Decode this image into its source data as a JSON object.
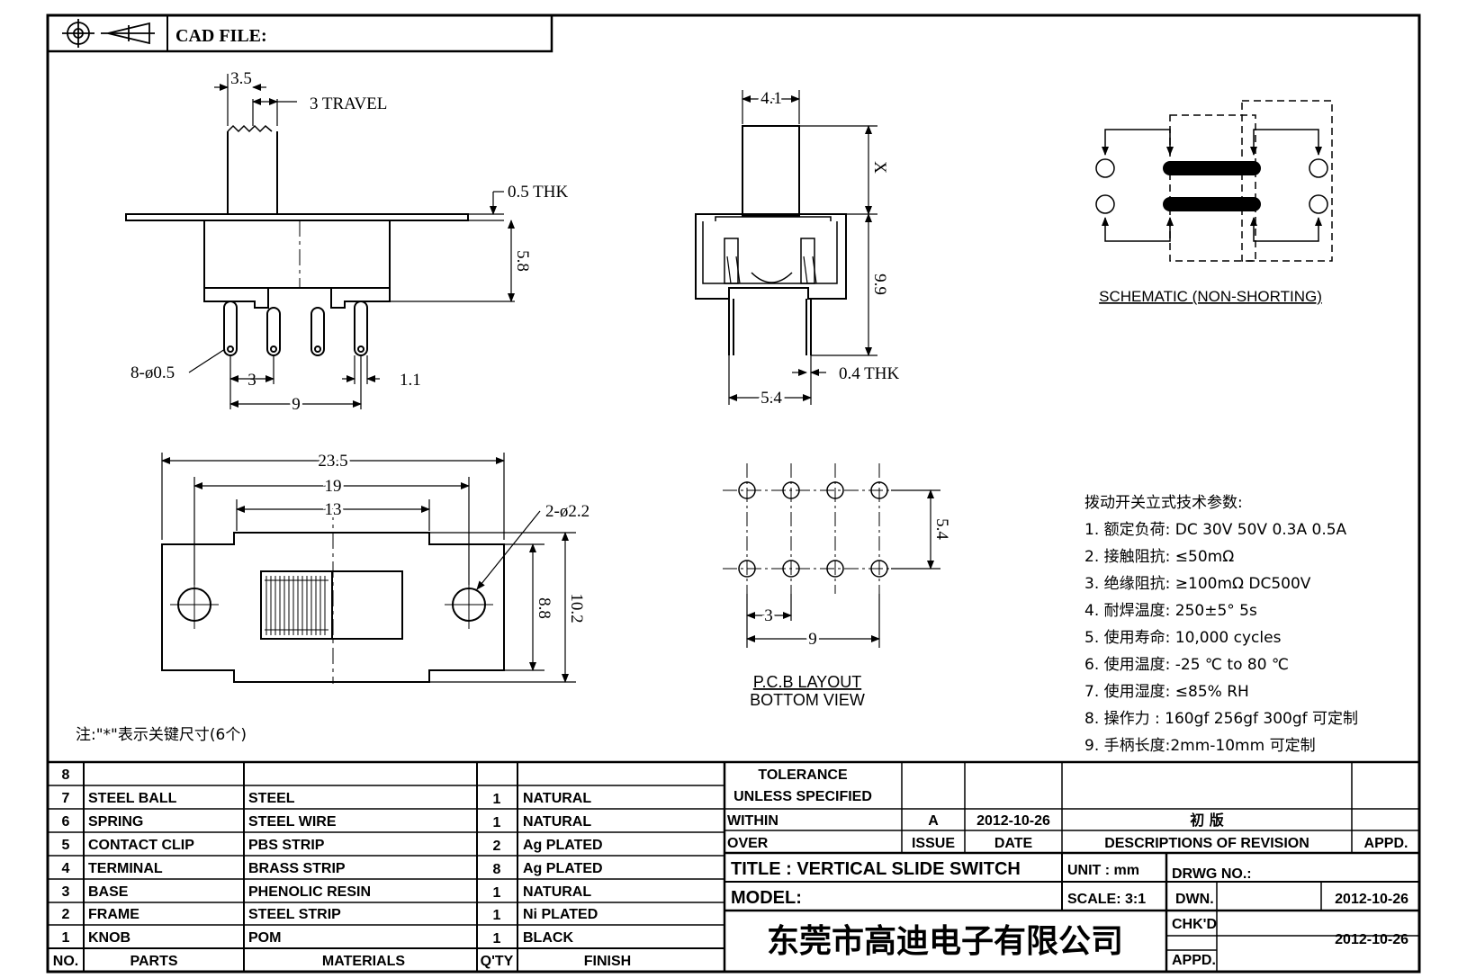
{
  "header": {
    "cad_file_label": "CAD FILE:",
    "projection_icon": "third-angle-projection-icon"
  },
  "side_view": {
    "dim_3_5": "3.5",
    "dim_travel": "3 TRAVEL",
    "dim_0_5_thk": "0.5 THK",
    "dim_5_8": "5.8",
    "dim_holes": "8-ø0.5",
    "dim_3": "3",
    "dim_9": "9",
    "dim_1_1": "1.1"
  },
  "end_view": {
    "dim_4_1": "4.1",
    "dim_x": "X",
    "dim_9_9": "9.9",
    "dim_0_4_thk": "0.4 THK",
    "dim_5_4": "5.4"
  },
  "schematic": {
    "label": "SCHEMATIC (NON-SHORTING)"
  },
  "top_view": {
    "dim_23_5": "23.5",
    "dim_19": "19",
    "dim_13": "13",
    "dim_holes": "2-ø2.2",
    "dim_8_8": "8.8",
    "dim_10_2": "10.2"
  },
  "pcb_layout": {
    "dim_5_4": "5.4",
    "dim_3": "3",
    "dim_9": "9",
    "label_line1": "P.C.B LAYOUT",
    "label_line2": "BOTTOM VIEW"
  },
  "note": "注:\"*\"表示关键尺寸(6个)",
  "specs": {
    "title": "拨动开关立式技术参数:",
    "items": [
      "1.  额定负荷: DC 30V    50V    0.3A    0.5A",
      "2.  接触阻抗: ≤50mΩ",
      "3.  绝缘阻抗: ≥100mΩ   DC500V",
      "4.  耐焊温度: 250±5°  5s",
      "5.  使用寿命: 10,000 cycles",
      "6.  使用温度: -25  ℃  to 80  ℃",
      "7.  使用湿度: ≤85% RH",
      "8.  操作力 : 160gf    256gf    300gf  可定制",
      "9.  手柄长度:2mm-10mm   可定制"
    ]
  },
  "bom": {
    "header": {
      "no": "NO.",
      "parts": "PARTS",
      "materials": "MATERIALS",
      "qty": "Q'TY",
      "finish": "FINISH"
    },
    "rows": [
      {
        "no": "8",
        "part": "",
        "material": "",
        "qty": "",
        "finish": ""
      },
      {
        "no": "7",
        "part": "STEEL BALL",
        "material": "STEEL",
        "qty": "1",
        "finish": "NATURAL"
      },
      {
        "no": "6",
        "part": "SPRING",
        "material": "STEEL WIRE",
        "qty": "1",
        "finish": "NATURAL"
      },
      {
        "no": "5",
        "part": "CONTACT CLIP",
        "material": "PBS STRIP",
        "qty": "2",
        "finish": "Ag PLATED"
      },
      {
        "no": "4",
        "part": "TERMINAL",
        "material": "BRASS STRIP",
        "qty": "8",
        "finish": "Ag PLATED"
      },
      {
        "no": "3",
        "part": "BASE",
        "material": "PHENOLIC RESIN",
        "qty": "1",
        "finish": "NATURAL"
      },
      {
        "no": "2",
        "part": "FRAME",
        "material": "STEEL STRIP",
        "qty": "1",
        "finish": "Ni PLATED"
      },
      {
        "no": "1",
        "part": "KNOB",
        "material": "POM",
        "qty": "1",
        "finish": "BLACK"
      }
    ]
  },
  "title_block": {
    "tolerance": "TOLERANCE",
    "unless_specified": "UNLESS   SPECIFIED",
    "within": "WITHIN",
    "over": "OVER",
    "issue_value": "A",
    "date_value": "2012-10-26",
    "revision_desc": "初   版",
    "issue_label": "ISSUE",
    "date_label": "DATE",
    "desc_label": "DESCRIPTIONS  OF  REVISION",
    "appd_label": "APPD.",
    "title": "TITLE :   VERTICAL  SLIDE  SWITCH",
    "unit": "UNIT :   mm",
    "drwg_no": "DRWG NO.:",
    "model": "MODEL:",
    "scale": "SCALE:   3:1",
    "dwn": "DWN.",
    "dwn_date": "2012-10-26",
    "chkd": "CHK'D",
    "chkd_date": "2012-10-26",
    "appd": "APPD.",
    "company": "东莞市高迪电子有限公司"
  }
}
